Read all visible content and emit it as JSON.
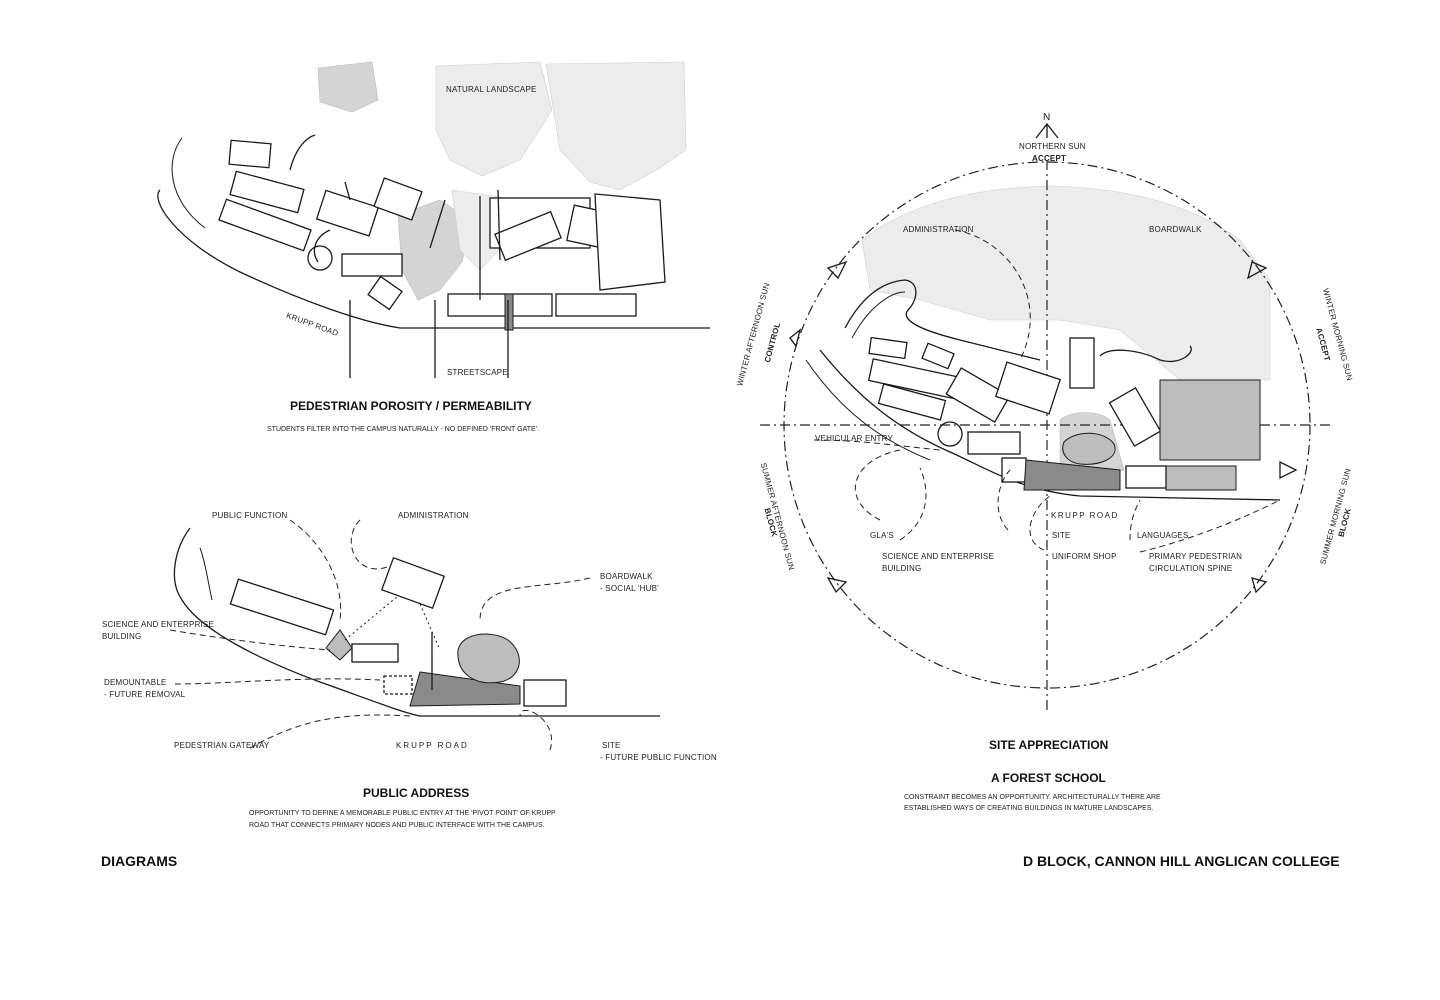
{
  "diagram1": {
    "title": "PEDESTRIAN POROSITY / PERMEABILITY",
    "description": "STUDENTS FILTER INTO THE CAMPUS NATURALLY - NO DEFINED 'FRONT GATE'.",
    "labels": {
      "natural_landscape": "NATURAL LANDSCAPE",
      "krupp_road": "KRUPP ROAD",
      "streetscape": "STREETSCAPE"
    }
  },
  "diagram2": {
    "title": "PUBLIC ADDRESS",
    "description_line1": "OPPORTUNITY TO DEFINE A MEMORABLE PUBLIC ENTRY AT THE 'PIVOT POINT' OF KRUPP",
    "description_line2": "ROAD THAT CONNECTS PRIMARY NODES AND PUBLIC INTERFACE WITH THE CAMPUS.",
    "labels": {
      "public_function": "PUBLIC FUNCTION",
      "administration": "ADMINISTRATION",
      "boardwalk": "BOARDWALK",
      "social_hub": "- SOCIAL 'HUB'",
      "science_line1": "SCIENCE AND ENTERPRISE",
      "science_line2": "BUILDING",
      "demountable_line1": "DEMOUNTABLE",
      "demountable_line2": "- FUTURE REMOVAL",
      "pedestrian_gateway": "PEDESTRIAN GATEWAY",
      "krupp_road": "KRUPP ROAD",
      "site": "SITE",
      "future_public_function": "- FUTURE PUBLIC FUNCTION"
    }
  },
  "diagram3": {
    "title": "SITE APPRECIATION",
    "subtitle": "A FOREST SCHOOL",
    "description_line1": "CONSTRAINT BECOMES AN OPPORTUNITY. ARCHITECTURALLY THERE ARE",
    "description_line2": "ESTABLISHED WAYS OF CREATING BUILDINGS IN MATURE LANDSCAPES.",
    "labels": {
      "north": "N",
      "northern_sun": "NORTHERN SUN",
      "accept_top": "ACCEPT",
      "administration": "ADMINISTRATION",
      "boardwalk": "BOARDWALK",
      "winter_afternoon_sun": "WINTER AFTERNOON SUN",
      "control": "CONTROL",
      "winter_morning_sun": "WINTER MORNING SUN",
      "accept_right": "ACCEPT",
      "vehicular_entry": "VEHICULAR ENTRY",
      "summer_afternoon_sun": "SUMMER AFTERNOON SUN",
      "block_left": "BLOCK",
      "summer_morning_sun": "SUMMER MORNING SUN",
      "block_right": "BLOCK",
      "krupp_road": "KRUPP ROAD",
      "glas": "GLA'S",
      "site": "SITE",
      "languages": "LANGUAGES",
      "science_line1": "SCIENCE AND ENTERPRISE",
      "science_line2": "BUILDING",
      "uniform_shop": "UNIFORM SHOP",
      "spine_line1": "PRIMARY PEDESTRIAN",
      "spine_line2": "CIRCULATION SPINE"
    }
  },
  "footer": {
    "left": "DIAGRAMS",
    "right": "D BLOCK, CANNON HILL ANGLICAN COLLEGE"
  }
}
